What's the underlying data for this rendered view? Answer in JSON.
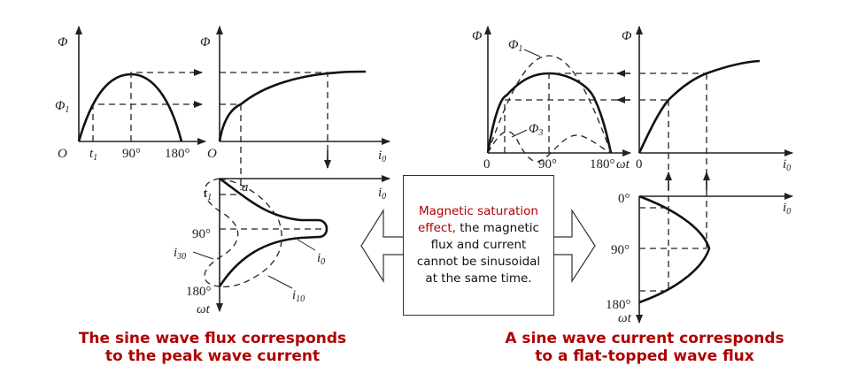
{
  "left_figure": {
    "plot1": {
      "y_label": "Φ",
      "y_tick": "Φ",
      "y_tick_sub": "1",
      "origin": "O",
      "x_ticks": [
        "t",
        "90°",
        "180°"
      ],
      "t_sub": "1"
    },
    "plot2": {
      "y_label": "Φ",
      "origin": "O",
      "x_label": "i",
      "x_label_sub": "0"
    },
    "plot3": {
      "x_label": "i",
      "x_label_sub": "0",
      "point_t": "t",
      "t_sub": "1",
      "point_a": "a",
      "y_ticks": [
        "90°",
        "180°"
      ],
      "y_label": "ωt",
      "curves": [
        {
          "name": "i",
          "sub": "0"
        },
        {
          "name": "i",
          "sub": "10"
        },
        {
          "name": "i",
          "sub": "30"
        }
      ]
    },
    "caption_line1": "The sine wave flux corresponds",
    "caption_line2": "to the peak wave current"
  },
  "center_note": {
    "line1_red": "Magnetic saturation",
    "line2_red": "effect,",
    "line2_rest": " the magnetic",
    "line3": "flux and current",
    "line4": "cannot be sinusoidal",
    "line5": "at the same time."
  },
  "right_figure": {
    "plot1": {
      "y_label": "Φ",
      "curve1": "Φ",
      "curve1_sub": "1",
      "curve3": "Φ",
      "curve3_sub": "3",
      "x_ticks": [
        "0",
        "90°",
        "180°"
      ],
      "x_label": "ωt"
    },
    "plot2": {
      "y_label": "Φ",
      "origin": "0",
      "x_label": "i",
      "x_label_sub": "0"
    },
    "plot3": {
      "y_ticks": [
        "0°",
        "90°",
        "180°"
      ],
      "y_label": "ωt",
      "x_label": "i",
      "x_label_sub": "0"
    },
    "caption_line1": "A sine wave current corresponds",
    "caption_line2": "to a flat-topped wave flux"
  }
}
